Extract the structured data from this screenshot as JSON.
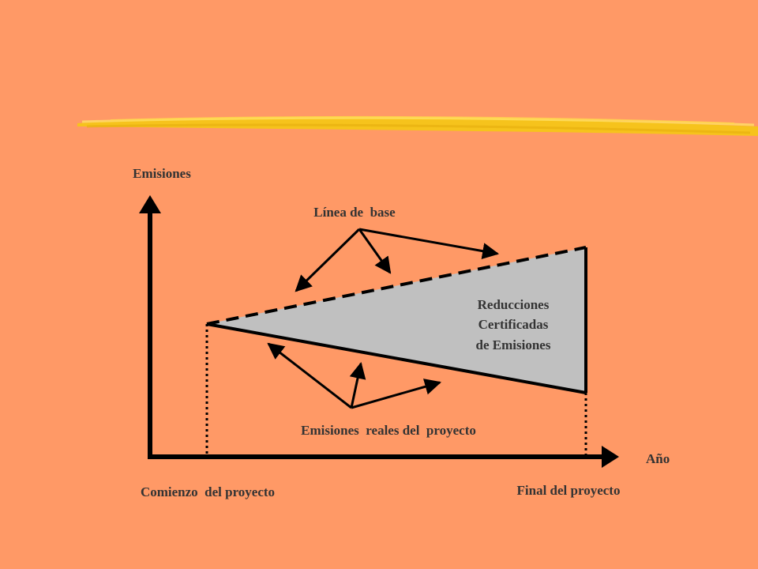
{
  "colors": {
    "background": "#FF9966",
    "brush_stroke": "#F5C518",
    "wedge_fill": "#C0C0C0",
    "line": "#000000",
    "text": "#333333"
  },
  "labels": {
    "y_axis": "Emisiones",
    "x_axis": "Año",
    "baseline": "Línea de  base",
    "reductions_1": "Reducciones",
    "reductions_2": "Certificadas",
    "reductions_3": "de Emisiones",
    "actual_emissions": "Emisiones  reales del  proyecto",
    "project_start": "Comienzo  del proyecto",
    "project_end": "Final del proyecto"
  }
}
